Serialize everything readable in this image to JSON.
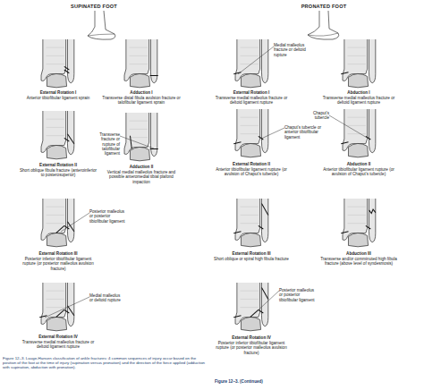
{
  "diagram": {
    "caption": "Figure 12–3. Lauge-Hansen classification of ankle fractures: 4 common sequences of injury occur based on the position of the foot at the time of injury (supination versus pronation) and the direction of the force applied (adduction with supination, abduction with pronation).",
    "labels": [
      "SUPINATED FOOT",
      "External Rotation I",
      "Anterior tibiofibular ligament sprain",
      "Adduction I",
      "Transverse distal fibula avulsion fracture or talofibular ligament sprain",
      "Transverse fracture or rupture of talofibular ligament",
      "External Rotation II",
      "Short oblique fibula fracture (anteroinferior to posterosuperior)",
      "Adduction II",
      "Vertical medial malleolus fracture and possible anteromedial tibial plafond impaction",
      "Posterior malleolus or posterior tibiofibular ligament",
      "External Rotation III",
      "Posterior inferior tibiofibular ligament rupture (or posterior malleolus avulsion fracture)",
      "Medial malleolus or deltoid rupture",
      "External Rotation IV",
      "Transverse medial malleolus fracture or deltoid ligament rupture",
      "PRONATED FOOT",
      "Medial malleolus fracture or deltoid rupture",
      "External Rotation I",
      "Transverse medial malleolus fracture or deltoid ligament rupture",
      "Abduction I",
      "Transverse medial malleolus fracture or deltoid ligament rupture",
      "Chaput's tubercle or anterior tibiofibular ligament",
      "External Rotation II",
      "Anterior tibiofibular ligament rupture (or avulsion of Chaput's tubercle)",
      "Chaput's tubercle",
      "Abduction II",
      "Anterior tibiofibular ligament rupture (or avulsion of Chaput's tubercle)",
      "External Rotation III",
      "Short oblique or spiral high fibula fracture",
      "Abduction III",
      "Transverse and/or comminuted high fibula fracture (above level of syndesmosis)",
      "Posterior malleolus or posterior tibiofibular ligament",
      "External Rotation IV",
      "Posterior inferior tibiofibular ligament rupture (or posterior malleolus avulsion fracture)",
      "Figure 12–3. (Continued)"
    ]
  }
}
